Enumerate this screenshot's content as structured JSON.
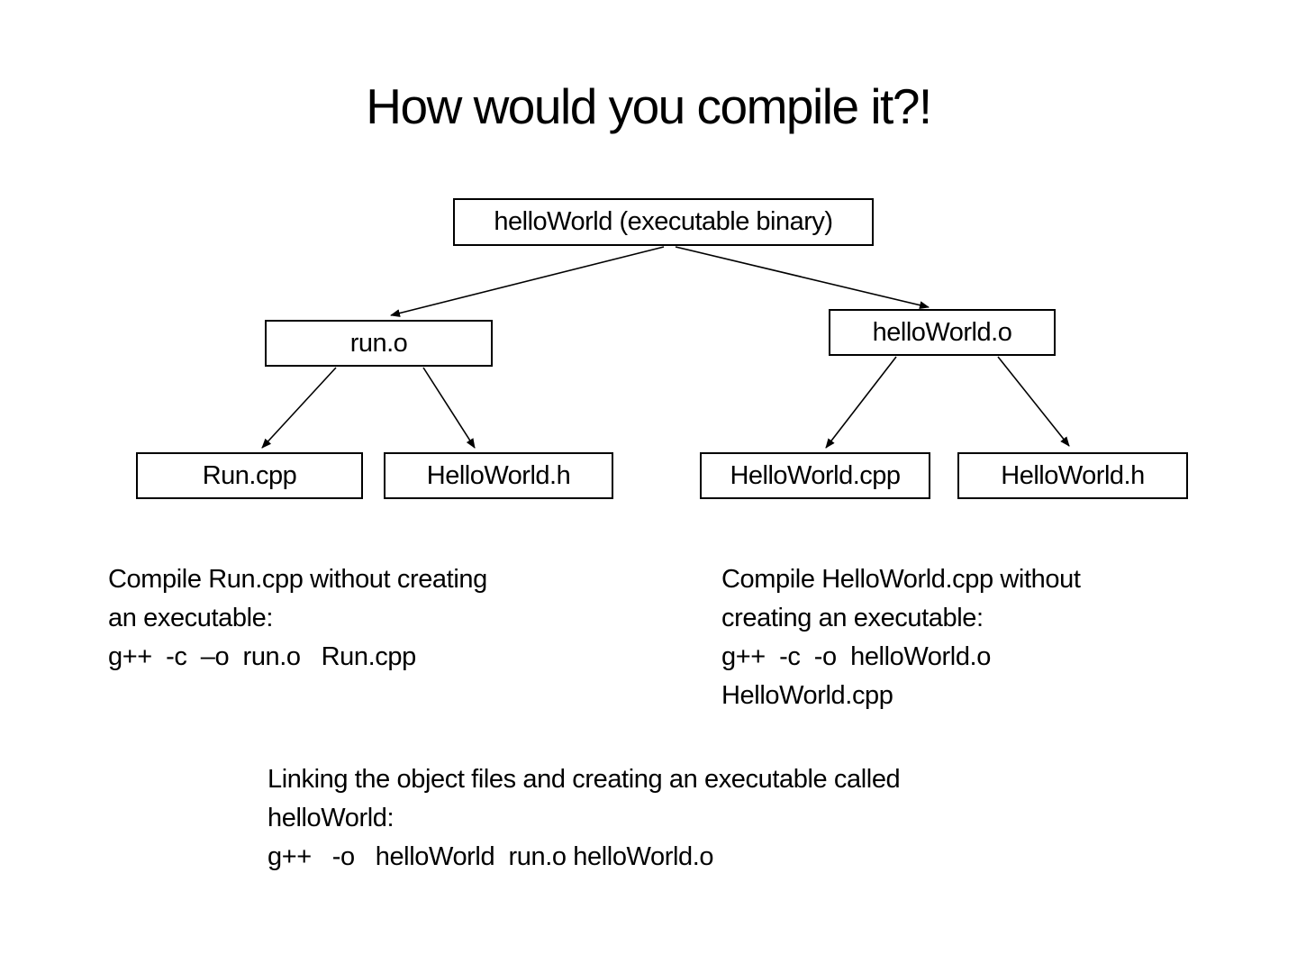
{
  "title": "How would you compile it?!",
  "tree": {
    "root": {
      "label": "helloWorld (executable binary)"
    },
    "level2": [
      {
        "label": "run.o"
      },
      {
        "label": "helloWorld.o"
      }
    ],
    "leaves": [
      {
        "label": "Run.cpp"
      },
      {
        "label": "HelloWorld.h"
      },
      {
        "label": "HelloWorld.cpp"
      },
      {
        "label": "HelloWorld.h"
      }
    ]
  },
  "notes": {
    "left": {
      "lines": [
        "Compile Run.cpp without creating",
        "an executable:",
        "g++  -c  –o  run.o   Run.cpp"
      ]
    },
    "right": {
      "lines": [
        "Compile HelloWorld.cpp without",
        "creating an executable:",
        "g++  -c  -o  helloWorld.o",
        "HelloWorld.cpp"
      ]
    },
    "bottom": {
      "lines": [
        "Linking the object files and creating an executable called",
        "helloWorld:",
        "g++   -o   helloWorld  run.o helloWorld.o"
      ]
    }
  },
  "colors": {
    "background": "#ffffff",
    "text": "#000000",
    "box_border": "#000000",
    "arrow": "#000000"
  }
}
